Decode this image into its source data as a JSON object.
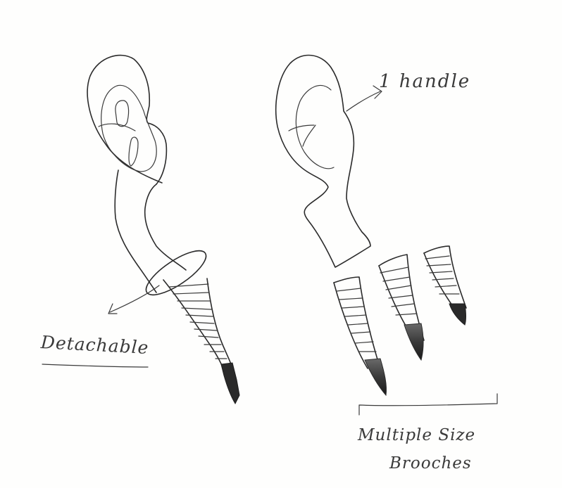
{
  "sketch": {
    "annotations": {
      "detachable": "Detachable",
      "one_handle": "1 handle",
      "multiple_size": "Multiple Size",
      "brooches": "Brooches"
    }
  }
}
